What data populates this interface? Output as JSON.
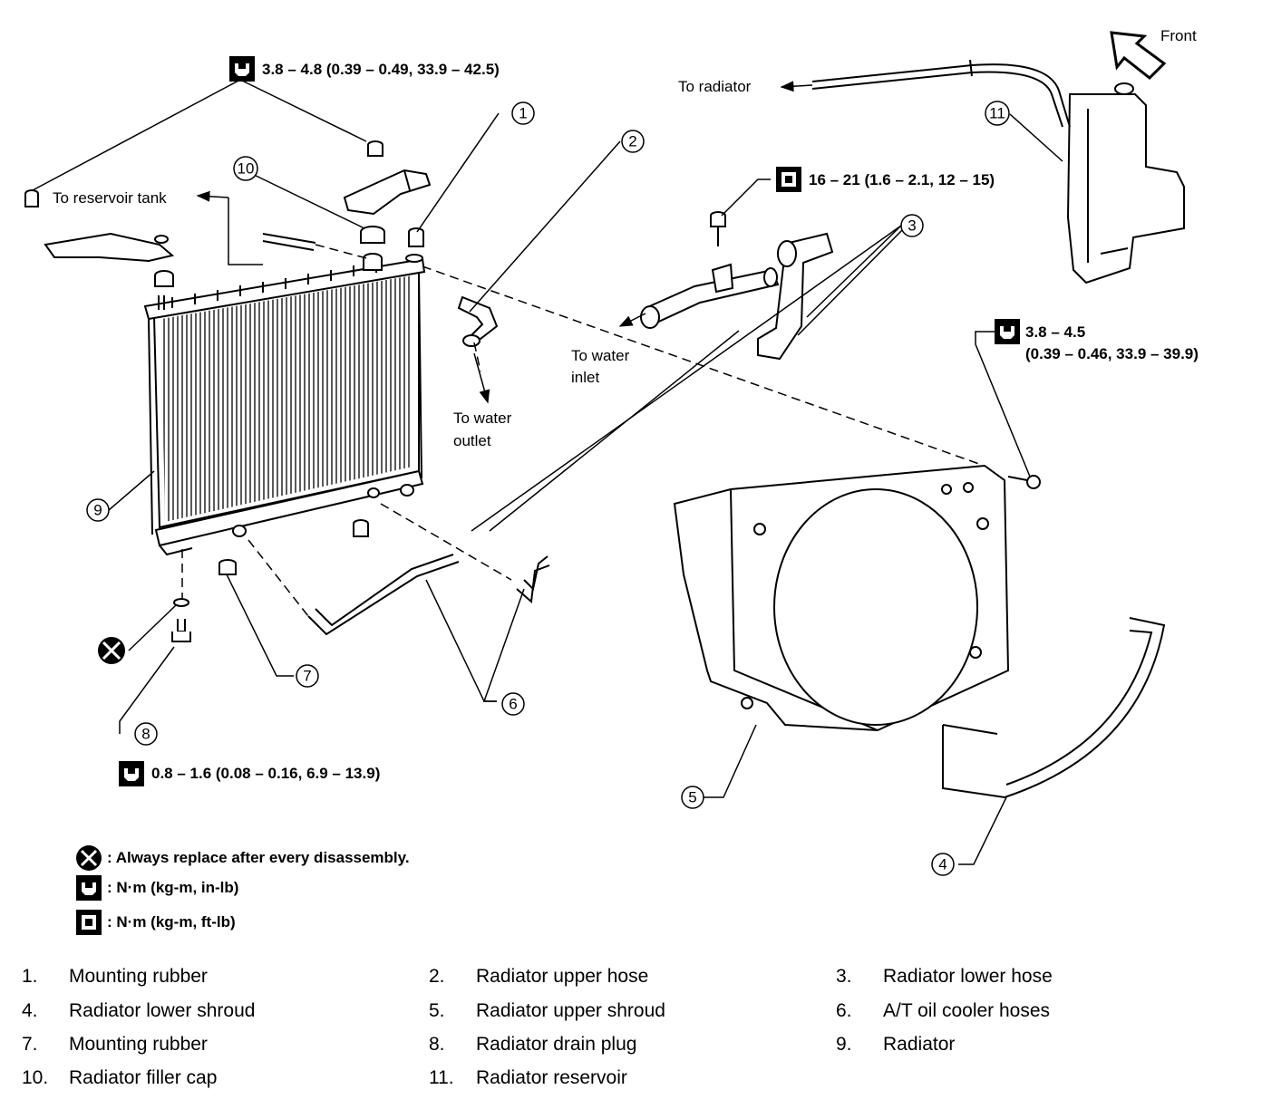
{
  "callouts": {
    "c1": "1",
    "c2": "2",
    "c3": "3",
    "c4": "4",
    "c5": "5",
    "c6": "6",
    "c7": "7",
    "c8": "8",
    "c9": "9",
    "c10": "10",
    "c11": "11"
  },
  "labels": {
    "front": "Front",
    "to_radiator": "To radiator",
    "to_reservoir_tank": "To reservoir tank",
    "to_water_inlet_1": "To water",
    "to_water_inlet_2": "inlet",
    "to_water_outlet_1": "To water",
    "to_water_outlet_2": "outlet"
  },
  "torques": {
    "t1": "3.8 – 4.8 (0.39 – 0.49, 33.9 – 42.5)",
    "t2": "16 – 21 (1.6 – 2.1, 12 – 15)",
    "t3_line1": "3.8 – 4.5",
    "t3_line2": "(0.39 – 0.46, 33.9 – 39.9)",
    "t4": "0.8 – 1.6 (0.08 – 0.16, 6.9 – 13.9)"
  },
  "legend": {
    "replace": ": Always replace after every disassembly.",
    "nm_inlb": ": N·m (kg-m, in-lb)",
    "nm_ftlb": ": N·m (kg-m, ft-lb)"
  },
  "parts": [
    {
      "num": "1.",
      "name": "Mounting rubber"
    },
    {
      "num": "2.",
      "name": "Radiator upper hose"
    },
    {
      "num": "3.",
      "name": "Radiator lower hose"
    },
    {
      "num": "4.",
      "name": "Radiator lower shroud"
    },
    {
      "num": "5.",
      "name": "Radiator upper shroud"
    },
    {
      "num": "6.",
      "name": "A/T oil cooler hoses"
    },
    {
      "num": "7.",
      "name": "Mounting rubber"
    },
    {
      "num": "8.",
      "name": "Radiator drain plug"
    },
    {
      "num": "9.",
      "name": "Radiator"
    },
    {
      "num": "10.",
      "name": "Radiator filler cap"
    },
    {
      "num": "11.",
      "name": "Radiator reservoir"
    }
  ]
}
